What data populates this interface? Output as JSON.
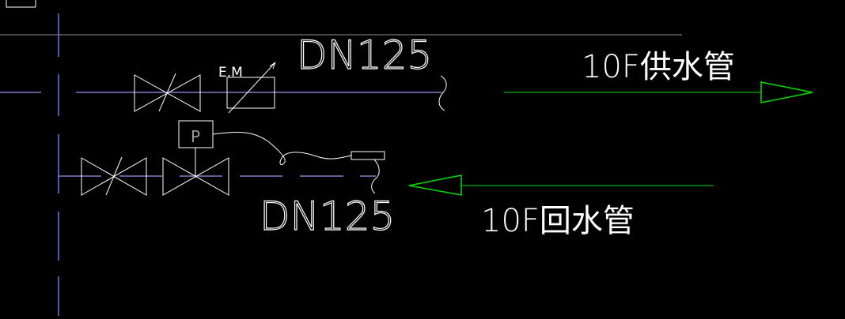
{
  "drawing": {
    "supply_size": "DN125",
    "return_size": "DN125",
    "supply_label": "10F供水管",
    "return_label": "10F回水管",
    "meter_label": "E.M",
    "pressure_label": "P"
  },
  "colors": {
    "background": "#000000",
    "pipe": "#a890ee",
    "riser": "#7c6cf0",
    "symbol": "#ffffff",
    "arrow": "#00e000",
    "grid": "#909090"
  }
}
